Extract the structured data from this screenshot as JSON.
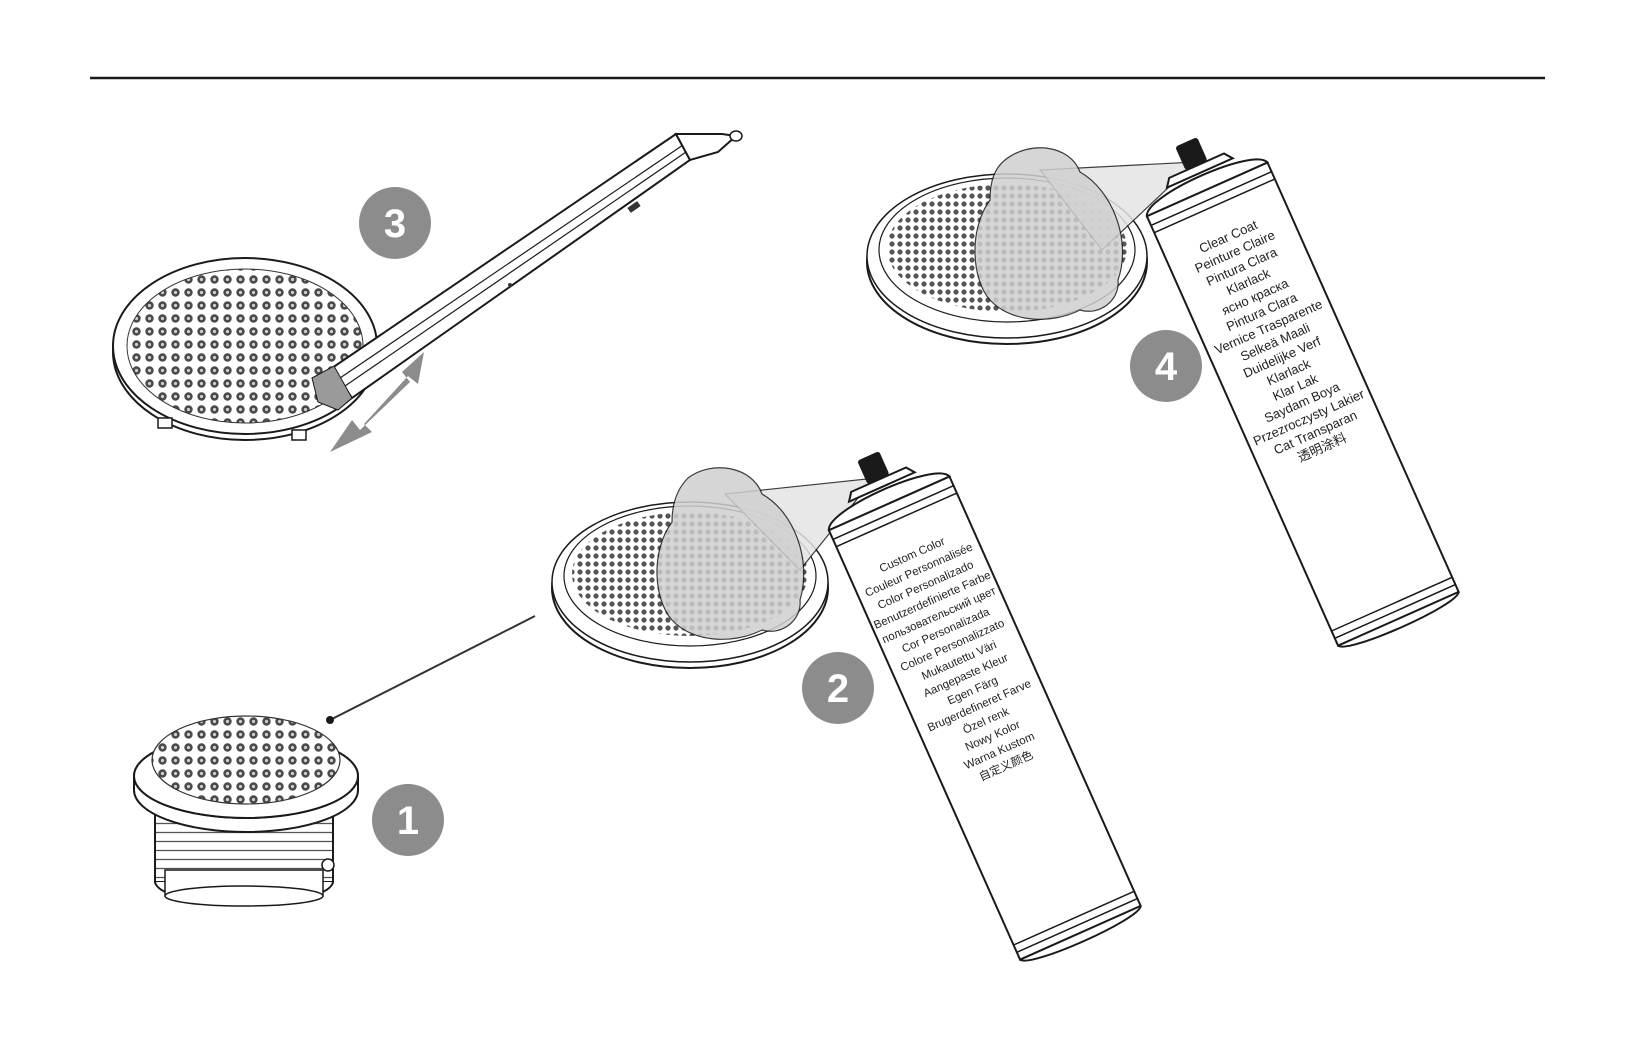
{
  "steps": {
    "step1": "1",
    "step2": "2",
    "step3": "3",
    "step4": "4"
  },
  "can_custom": {
    "lines": [
      "Custom Color",
      "Couleur Personnalisée",
      "Color Personalizado",
      "Benutzerdefinierte Farbe",
      "пользовательский цвет",
      "Cor Personalizada",
      "Colore Personalizzato",
      "Mukautettu Väri",
      "Aangepaste Kleur",
      "Egen Färg",
      "Brugerdefineret Farve",
      "Özel renk",
      "Nowy Kolor",
      "Warna Kustom",
      "自定义颜色"
    ]
  },
  "can_clear": {
    "lines": [
      "Clear Coat",
      "Peinture Claire",
      "Pintura Clara",
      "Klarlack",
      "ясно краска",
      "Pintura Clara",
      "Vernice Trasparente",
      "Selkeä Maali",
      "Duidelijke Verf",
      "Klarlack",
      "Klar Lak",
      "Saydam Boya",
      "Przezroczysty Lakier",
      "Cat Transparan",
      "透明涂料"
    ]
  },
  "colors": {
    "badge": "#8c8c8c",
    "line": "#1a1a1a",
    "mist": "#d9d9d9"
  }
}
